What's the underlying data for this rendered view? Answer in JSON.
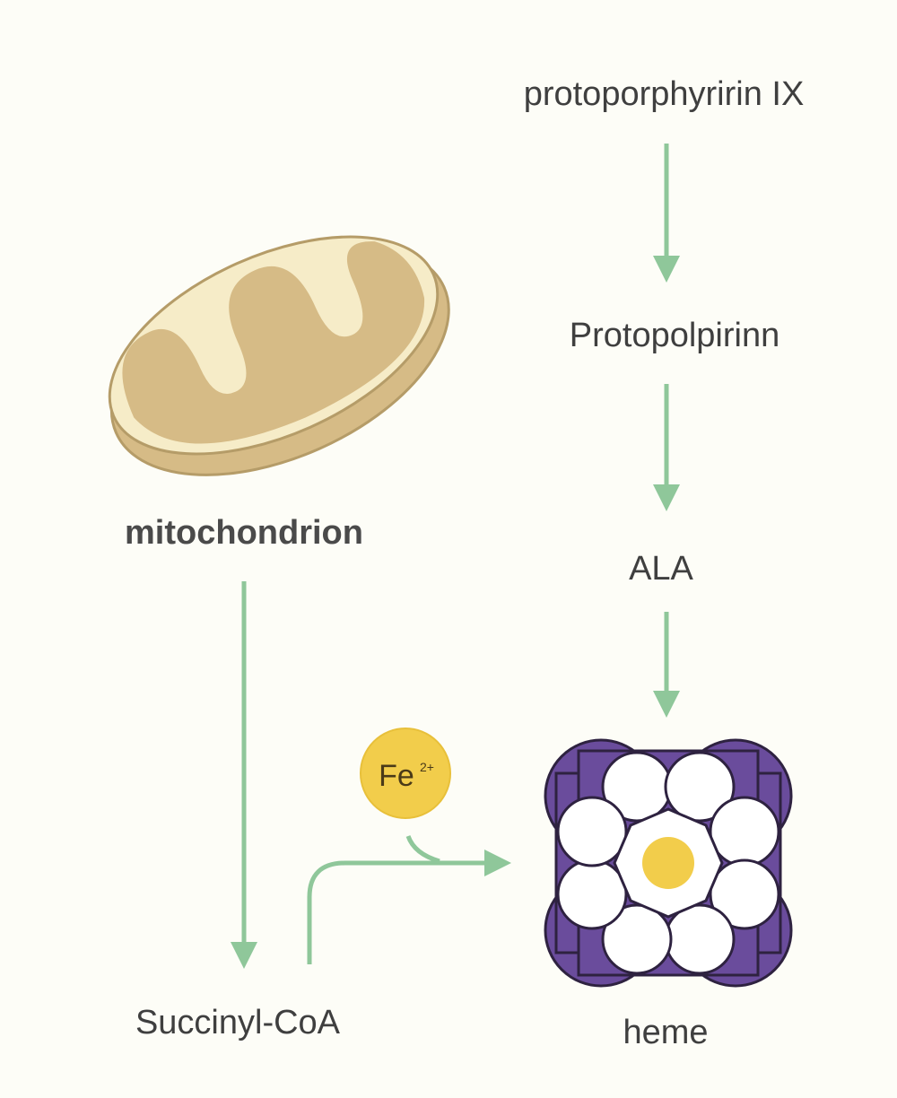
{
  "labels": {
    "protoporphyrin": "protoporphyririn IX",
    "protopolpirinn": "Protopolpirinn",
    "ala": "ALA",
    "heme": "heme",
    "mitochondrion": "mitochondrion",
    "succinyl": "Succinyl-CoA",
    "iron": "Fe",
    "iron_charge": "2+"
  },
  "colors": {
    "arrow": "#8fc79a",
    "heme": "#6a4c9c",
    "iron": "#f2cd4b",
    "mitochondrion": "#d6bb86",
    "mitochondrion_inner": "#f6ecc8"
  }
}
